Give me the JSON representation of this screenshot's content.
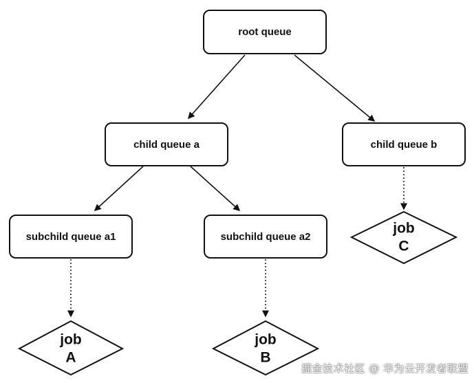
{
  "nodes": {
    "root": "root queue",
    "child_a": "child queue a",
    "child_b": "child queue b",
    "subchild_a1": "subchild queue a1",
    "subchild_a2": "subchild queue a2"
  },
  "jobs": {
    "a": {
      "line1": "job",
      "line2": "A"
    },
    "b": {
      "line1": "job",
      "line2": "B"
    },
    "c": {
      "line1": "job",
      "line2": "C"
    }
  },
  "watermark": "掘金技术社区 @ 华为云开发者联盟",
  "colors": {
    "stroke": "#111111",
    "background": "#ffffff"
  }
}
